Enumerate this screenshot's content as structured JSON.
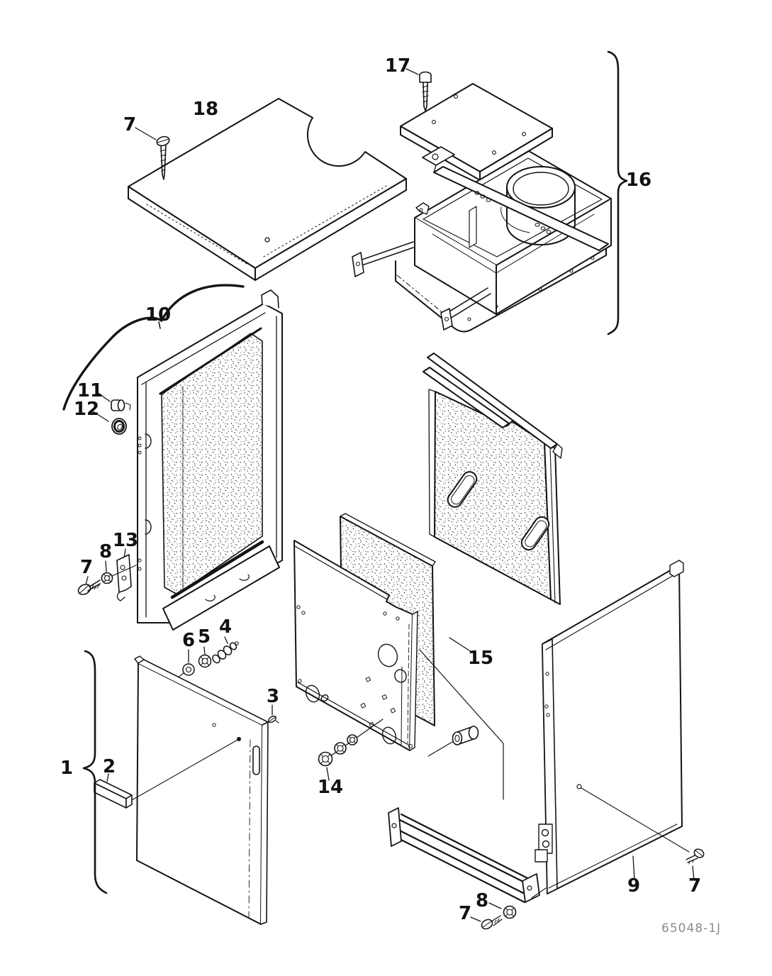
{
  "drawing_number": "65048-1J",
  "callouts": {
    "front_panel_group": "1",
    "handle_bracket": "2",
    "screw_small": "3",
    "fitting": "4",
    "lock_washer": "5",
    "flat_washer": "6",
    "screw_top_left": "7",
    "screw_door_left": "7",
    "screw_side_panel": "7",
    "screw_bottom_rail": "7",
    "washer_door_left": "8",
    "washer_bottom_rail": "8",
    "side_panel": "9",
    "door_panel": "10",
    "knob": "11",
    "grommet": "12",
    "latch_bracket": "13",
    "nut_set": "14",
    "insulation_panel": "15",
    "blower_assembly": "16",
    "screw_blower_plate": "17",
    "top_panel": "18"
  }
}
